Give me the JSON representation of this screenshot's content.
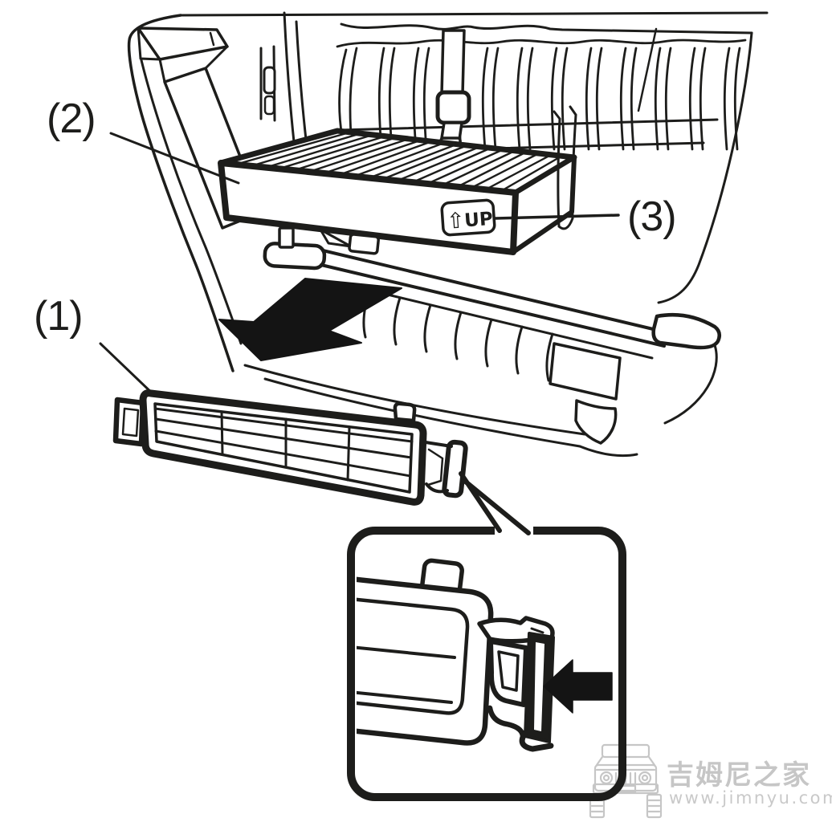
{
  "figure_labels": {
    "part1": "(1)",
    "part2": "(2)",
    "part3": "(3)"
  },
  "up_tag": {
    "icon": "⇧",
    "text": "UP"
  },
  "watermark": {
    "site_name": "吉姆尼之家",
    "site_url": "www.jimnyu.com"
  },
  "colors": {
    "line": "#1d1d1b",
    "background": "#ffffff",
    "watermark_gray": "#c6c6c6",
    "arrow_fill": "#141414"
  }
}
